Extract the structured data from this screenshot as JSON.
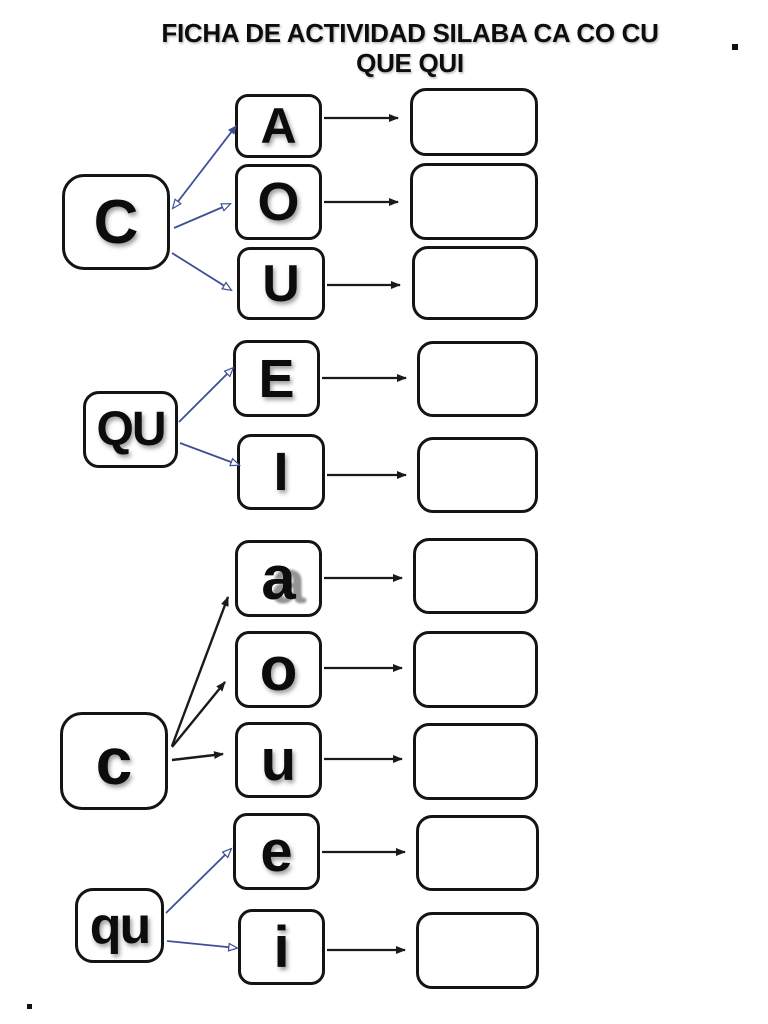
{
  "title": {
    "line1": "FICHA DE ACTIVIDAD SILABA CA CO CU",
    "line2": "QUE QUI"
  },
  "colors": {
    "background": "#ffffff",
    "box_border": "#141414",
    "letter_text": "#0c0c0c",
    "blue_connector": "#3e4f96",
    "black_connector": "#1a1a1a"
  },
  "sections": [
    {
      "name": "uppercase-c",
      "source": "C",
      "targets": [
        "A",
        "O",
        "U"
      ],
      "connector_color": "#3e4f96"
    },
    {
      "name": "uppercase-qu",
      "source": "QU",
      "targets": [
        "E",
        "I"
      ],
      "connector_color": "#3e4f96"
    },
    {
      "name": "lowercase-c",
      "source": "c",
      "targets": [
        "a",
        "o",
        "u"
      ],
      "connector_color": "#1a1a1a"
    },
    {
      "name": "lowercase-qu",
      "source": "qu",
      "targets": [
        "e",
        "i"
      ],
      "connector_color": "#3e4f96"
    }
  ],
  "icons": {
    "black_arrow": "solid-right-arrow",
    "blue_arrow": "open-head-arrow",
    "page_dots": "period-dot"
  },
  "decorations": {
    "top_right_dot": ".",
    "bottom_left_dot": "."
  }
}
